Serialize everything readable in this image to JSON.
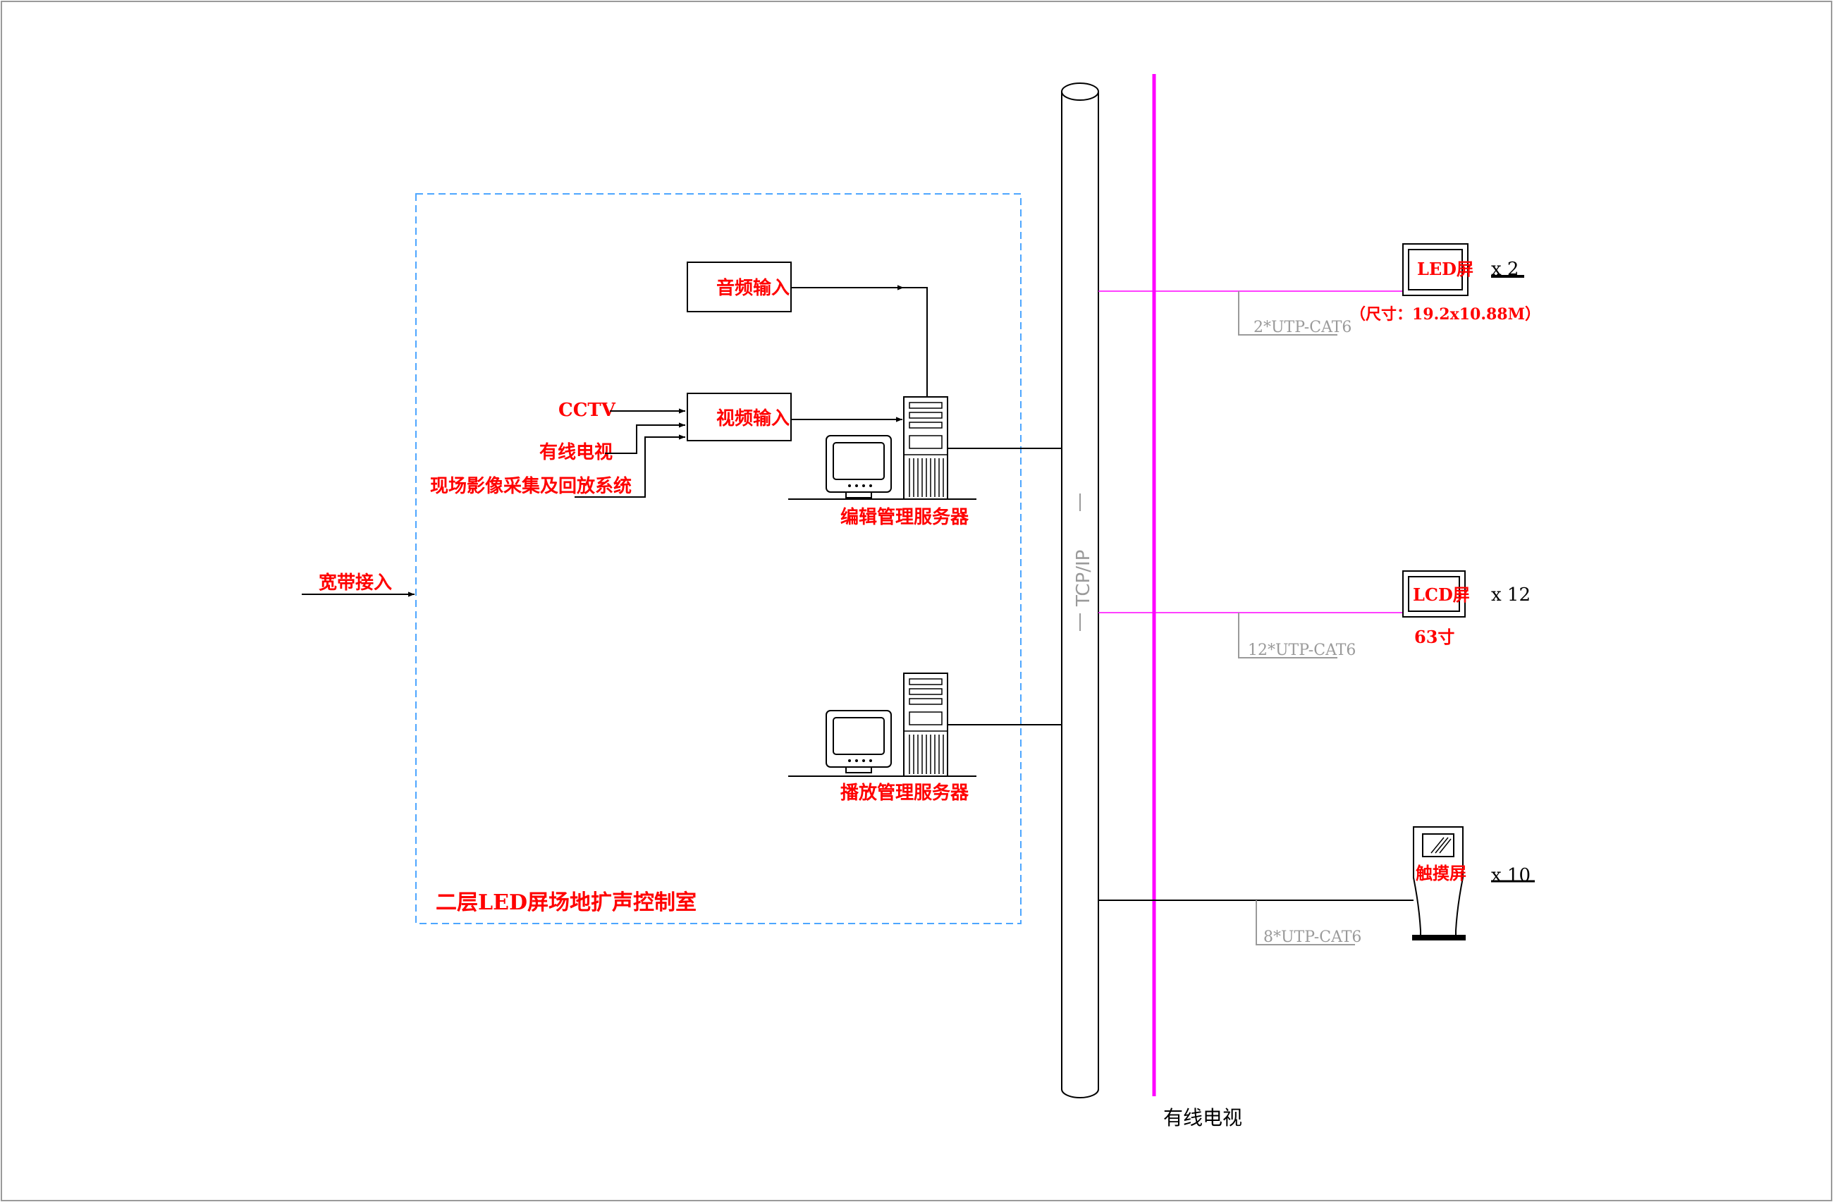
{
  "labels": {
    "broadband": "宽带接入",
    "audio_input": "音频输入",
    "video_input": "视频输入",
    "cctv": "CCTV",
    "cable_tv_in": "有线电视",
    "onsite_capture": "现场影像采集及回放系统",
    "edit_server": "编辑管理服务器",
    "play_server": "播放管理服务器",
    "control_room": "二层LED屏场地扩声控制室",
    "backbone": "TCP/IP",
    "cable_tv_line": "有线电视"
  },
  "devices": {
    "led": {
      "screen": "LED屏",
      "size": "（尺寸：19.2x10.88M）",
      "count": "x  2",
      "cable": "2*UTP-CAT6"
    },
    "lcd": {
      "screen": "LCD屏",
      "size": "63寸",
      "count": "x  12",
      "cable": "12*UTP-CAT6"
    },
    "touch": {
      "screen": "触摸屏",
      "count": "x  10",
      "cable": "8*UTP-CAT6"
    }
  },
  "colors": {
    "label_red": "#ff0000",
    "cable_tv_magenta": "#ff00ff",
    "room_border_blue": "#4da6ff",
    "line_black": "#000000",
    "gray": "#9a9a9a"
  }
}
